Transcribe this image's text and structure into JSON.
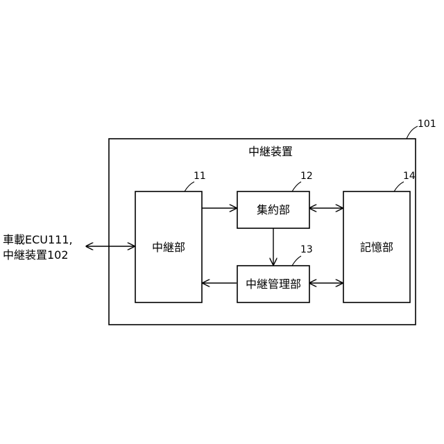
{
  "device": {
    "ref": "101",
    "title": "中継装置"
  },
  "blocks": {
    "relay": {
      "ref": "11",
      "label": "中継部"
    },
    "aggregation": {
      "ref": "12",
      "label": "集約部"
    },
    "relay_management": {
      "ref": "13",
      "label": "中継管理部"
    },
    "storage": {
      "ref": "14",
      "label": "記憶部"
    }
  },
  "external": {
    "line1": "車載ECU111,",
    "line2": "中継装置102"
  }
}
